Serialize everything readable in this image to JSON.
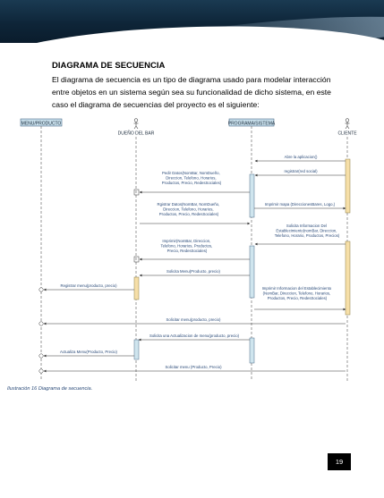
{
  "section": {
    "heading": "DIAGRAMA DE SECUENCIA",
    "intro": "El diagrama de secuencia es un tipo de diagrama usado para modelar interacción entre objetos en un sistema según sea su funcionalidad de dicho sistema, en este caso el diagrama de secuencias del proyecto es el siguiente:"
  },
  "diagram": {
    "lifelines": {
      "menu": "MENU/PRODUCTO",
      "owner": "DUEÑO DEL BAR",
      "system": "PROGRAMA/SISTEMA",
      "client": "CLIENTE"
    },
    "messages": [
      {
        "lines": [
          "Abre la aplicacion()"
        ]
      },
      {
        "lines": [
          "registrar(red social)"
        ]
      },
      {
        "lines": [
          "Pedir Datos(NomBar, NomDueño,",
          "Direccion, Telefono, Horarios,",
          "Productos, Precio, RedesSociales)"
        ]
      },
      {
        "lines": [
          "Imprimir mapa (DireccionesBares, Logo,)"
        ]
      },
      {
        "lines": [
          "Rgistrar Datos(NomBar, NomDueño,",
          "Direccion, Telefono, Horarios,",
          "Productos, Precio, RedesSociales)"
        ]
      },
      {
        "lines": [
          "Solicita Informacion Del",
          "Establecimiento(nomBar, Direccion,",
          "Telefono, Horario, Productos, Precios)"
        ]
      },
      {
        "lines": [
          "Imprimir(NomBar, Direccion,",
          "Telefono, Horarios, Productos,",
          "Precio, RedesSociales)"
        ]
      },
      {
        "lines": [
          "Solicita Menu(Producto, precio)"
        ]
      },
      {
        "lines": [
          "Registrar menu(producto, precio)"
        ]
      },
      {
        "lines": [
          "Imprimir Informacion del Establecimiento",
          "(NomBar, Direccion, Telefono, Horarios,",
          "Productos, Precio, RedesSociales)"
        ]
      },
      {
        "lines": [
          "Solicitar menu(producto, precio)"
        ]
      },
      {
        "lines": [
          "Solicita una Actualizacion de menu(producto, precio)"
        ]
      },
      {
        "lines": [
          "Actualiza Menu(Producto, Precio)"
        ]
      },
      {
        "lines": [
          "Solicitar menu (Producto, Precio)"
        ]
      }
    ]
  },
  "caption": "Ilustración 16 Diagrama de secuencia.",
  "page_number": "19",
  "colors": {
    "lifeline_box": "#c9e0ec",
    "activation": "#cfe5ee",
    "client_activation": "#f6dfa8",
    "message_text": "#2a4a78",
    "caption": "#2a4a78",
    "banner": "#0e2538"
  }
}
